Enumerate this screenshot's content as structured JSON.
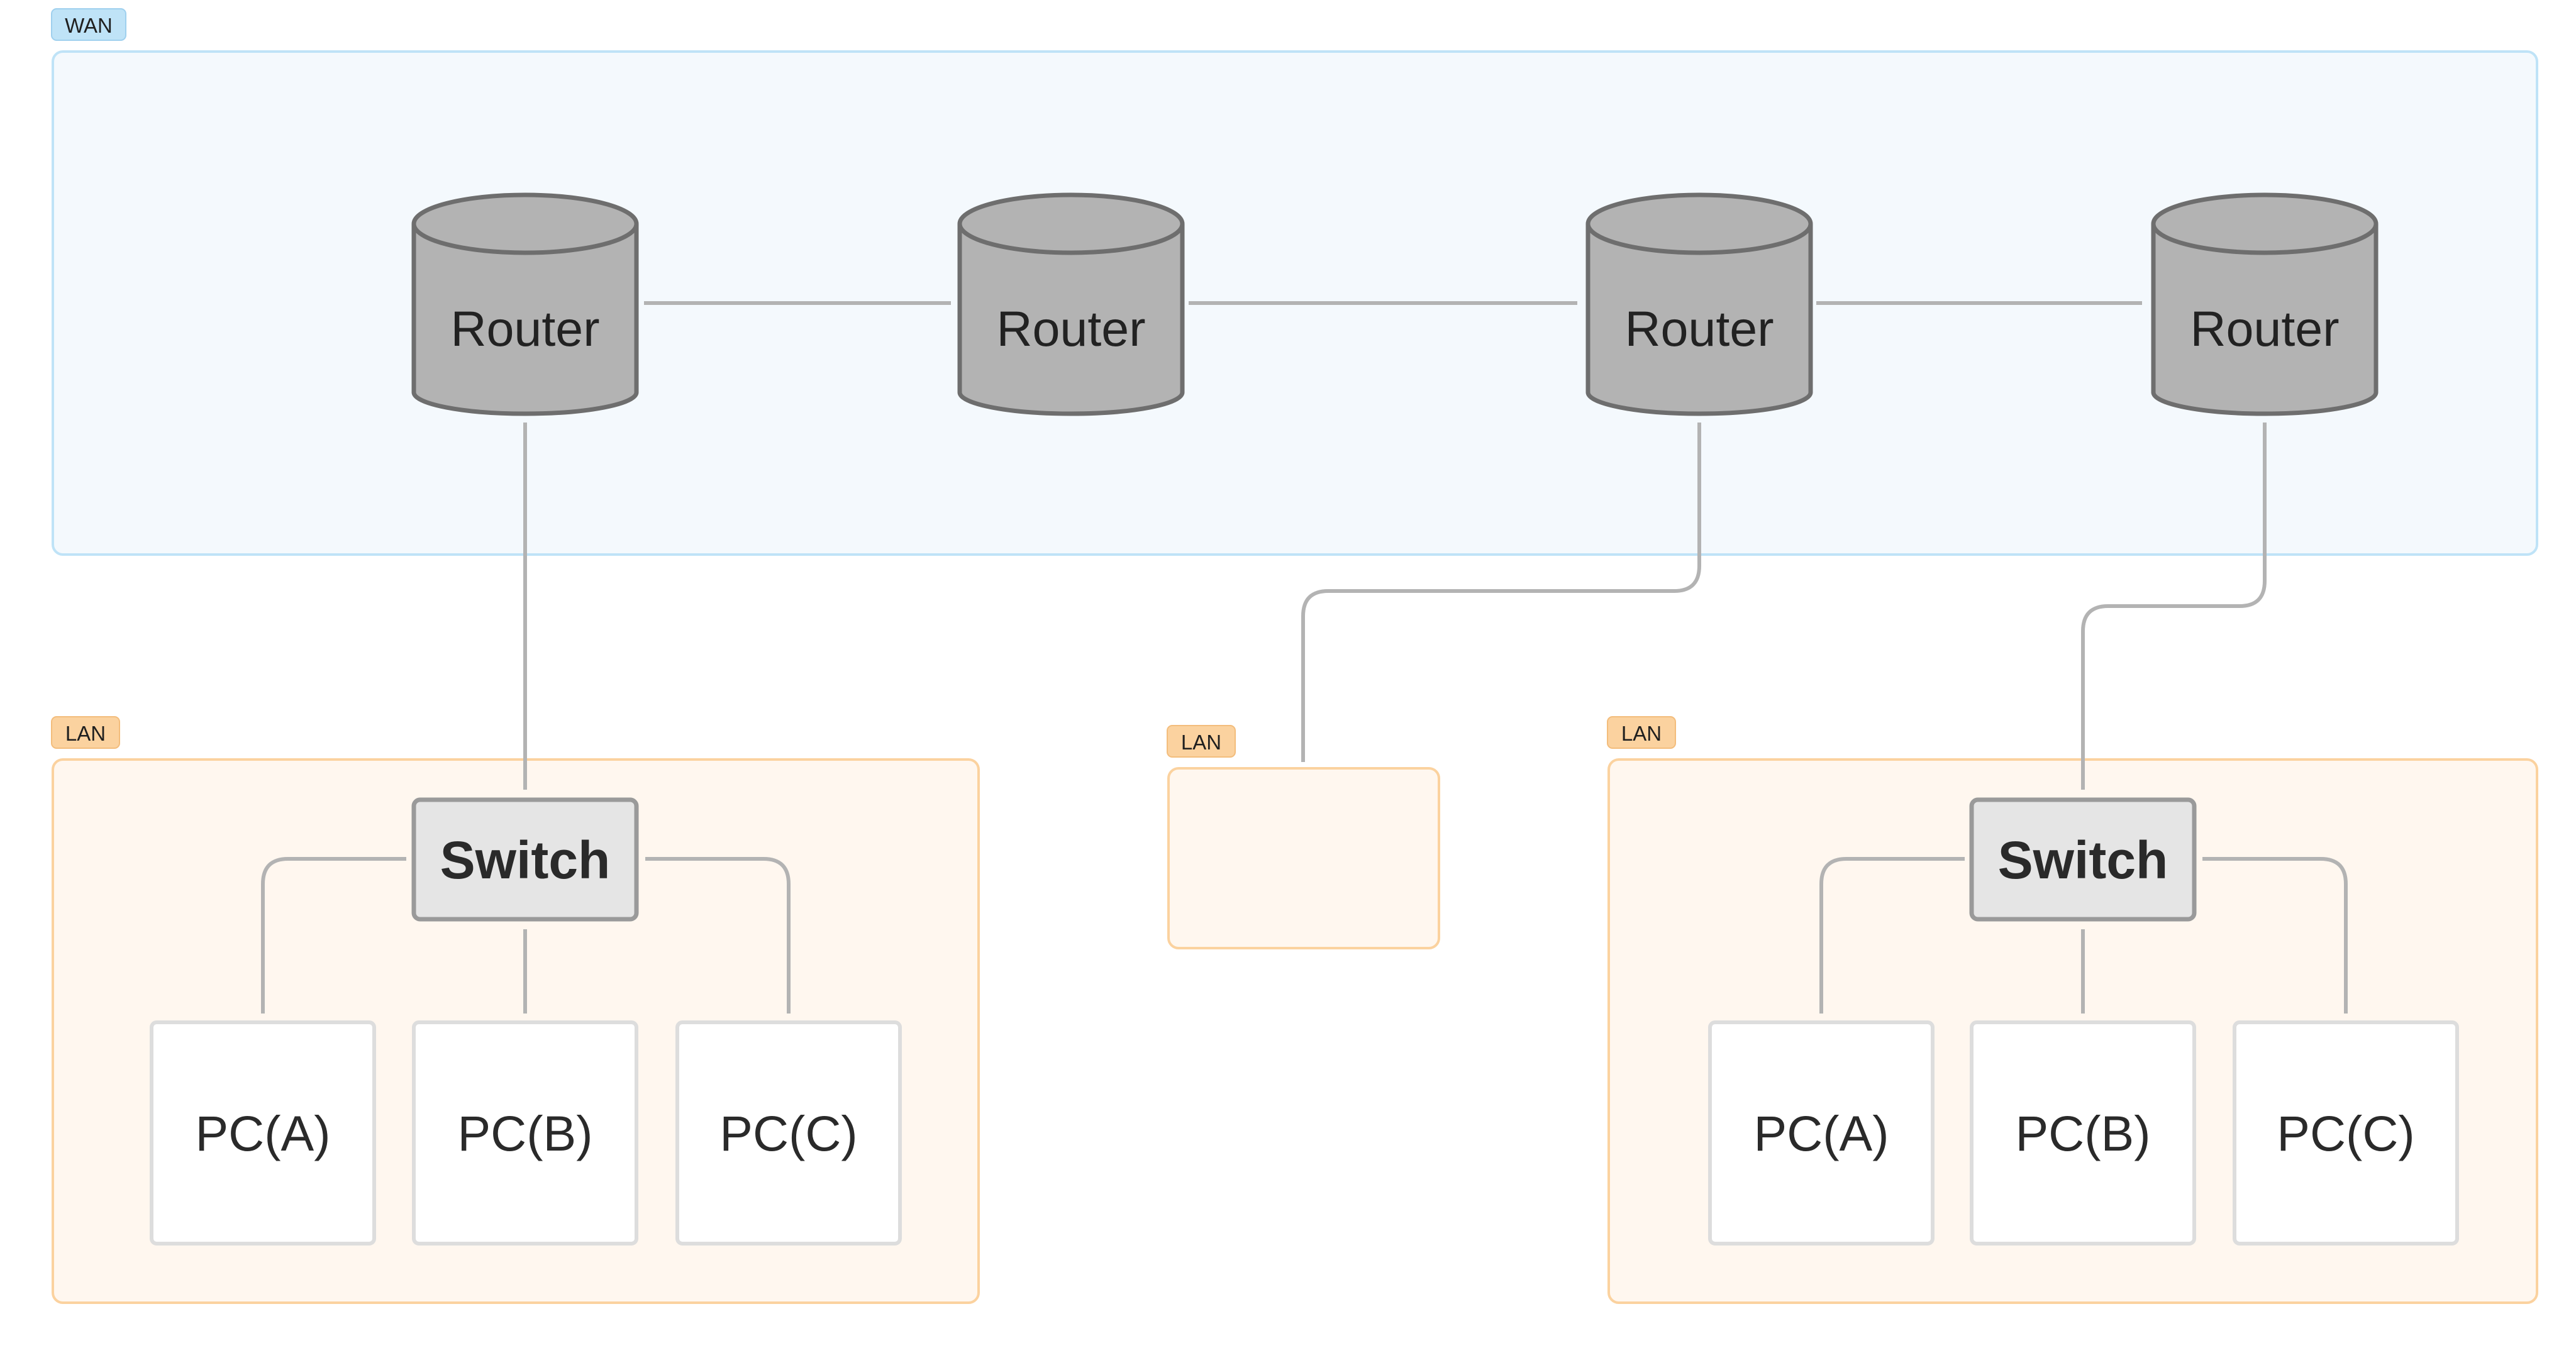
{
  "groups": {
    "wan": {
      "label": "WAN",
      "color": "#bfe3f7"
    },
    "lan_left": {
      "label": "LAN",
      "color": "#fbd29f"
    },
    "lan_middle": {
      "label": "LAN",
      "color": "#fbd29f"
    },
    "lan_right": {
      "label": "LAN",
      "color": "#fbd29f"
    }
  },
  "routers": [
    {
      "label": "Router"
    },
    {
      "label": "Router"
    },
    {
      "label": "Router"
    },
    {
      "label": "Router"
    }
  ],
  "switches": [
    {
      "label": "Switch"
    },
    {
      "label": "Switch"
    }
  ],
  "lan_left_pcs": [
    {
      "label": "PC(A)"
    },
    {
      "label": "PC(B)"
    },
    {
      "label": "PC(C)"
    }
  ],
  "lan_right_pcs": [
    {
      "label": "PC(A)"
    },
    {
      "label": "PC(B)"
    },
    {
      "label": "PC(C)"
    }
  ],
  "colors": {
    "wan_fill": "#f4f9fd",
    "wan_border": "#bfe3f7",
    "lan_fill": "#fff7ef",
    "lan_border": "#fbd29f",
    "router_fill": "#b3b3b3",
    "router_stroke": "#6e6e6e",
    "switch_fill": "#e5e5e5",
    "switch_stroke": "#9a9a9a",
    "pc_fill": "#ffffff",
    "pc_stroke": "#dddddd",
    "link": "#b3b3b3"
  }
}
